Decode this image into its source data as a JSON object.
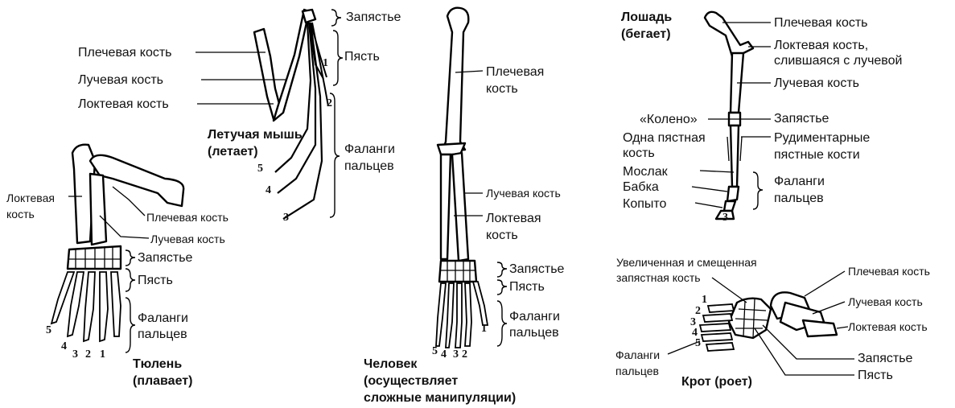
{
  "bat": {
    "title_1": "Летучая мышь",
    "title_2": "(летает)",
    "wrist": "Запястье",
    "metacarpus": "Пясть",
    "humerus": "Плечевая кость",
    "radius": "Лучевая кость",
    "ulna": "Локтевая кость",
    "phalanges_1": "Фаланги",
    "phalanges_2": "пальцев",
    "digits": [
      "1",
      "2",
      "3",
      "4",
      "5"
    ]
  },
  "seal": {
    "title_1": "Тюлень",
    "title_2": "(плавает)",
    "ulna_1": "Локтевая",
    "ulna_2": "кость",
    "humerus": "Плечевая кость",
    "radius": "Лучевая кость",
    "wrist": "Запястье",
    "metacarpus": "Пясть",
    "phalanges_1": "Фаланги",
    "phalanges_2": "пальцев",
    "digits": [
      "1",
      "2",
      "3",
      "4",
      "5"
    ]
  },
  "human": {
    "title_1": "Человек",
    "title_2": "(осуществляет",
    "title_3": "сложные манипуляции)",
    "humerus_1": "Плечевая",
    "humerus_2": "кость",
    "radius": "Лучевая кость",
    "ulna_1": "Локтевая",
    "ulna_2": "кость",
    "wrist": "Запястье",
    "metacarpus": "Пясть",
    "phalanges_1": "Фаланги",
    "phalanges_2": "пальцев",
    "digits": [
      "1",
      "2",
      "3",
      "4",
      "5"
    ]
  },
  "horse": {
    "title_1": "Лошадь",
    "title_2": "(бегает)",
    "humerus": "Плечевая кость",
    "ulna_1": "Локтевая кость,",
    "ulna_2": "слившаяся с лучевой",
    "radius": "Лучевая кость",
    "wrist": "Запястье",
    "knee": "«Колено»",
    "metacarpal_1": "Одна пястная",
    "metacarpal_2": "кость",
    "rudimentary_1": "Рудиментарные",
    "rudimentary_2": "пястные кости",
    "fetlock": "Мослак",
    "pastern": "Бабка",
    "hoof": "Копыто",
    "phalanges_1": "Фаланги",
    "phalanges_2": "пальцев",
    "digit": "3"
  },
  "mole": {
    "title": "Крот (роет)",
    "carpal_1": "Увеличенная и смещенная",
    "carpal_2": "запястная кость",
    "humerus": "Плечевая кость",
    "radius": "Лучевая кость",
    "ulna": "Локтевая кость",
    "wrist": "Запястье",
    "metacarpus": "Пясть",
    "phalanges_1": "Фаланги",
    "phalanges_2": "пальцев",
    "digits": [
      "1",
      "2",
      "3",
      "4",
      "5"
    ]
  }
}
